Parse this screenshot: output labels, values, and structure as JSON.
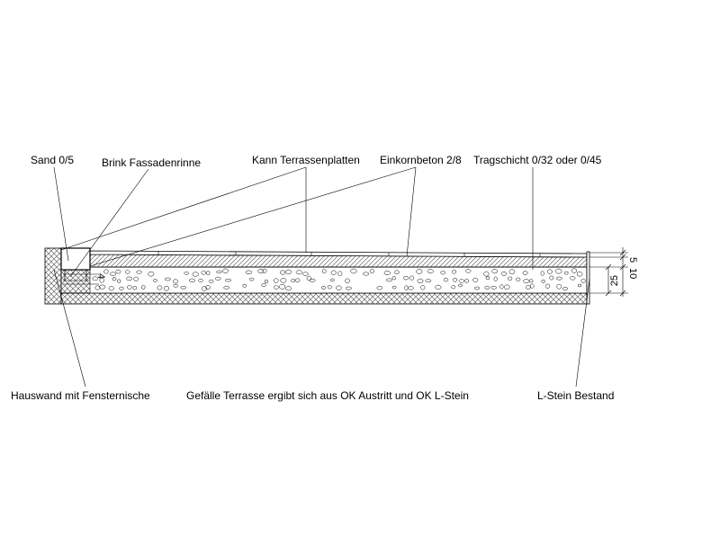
{
  "labels": {
    "sand": "Sand 0/5",
    "rinne": "Brink Fassadenrinne",
    "platten": "Kann Terrassenplatten",
    "einkorn": "Einkornbeton 2/8",
    "trag": "Tragschicht 0/32 oder 0/45",
    "hauswand": "Hauswand mit Fensternische",
    "gefaelle": "Gefälle Terrasse ergibt sich aus OK Austritt und OK L-Stein",
    "lstein": "L-Stein Bestand"
  },
  "dimensions": {
    "small_4": "4",
    "d5": "5",
    "d10": "10",
    "d25": "25"
  },
  "colors": {
    "line": "#000000",
    "hatch": "#6a6a6a",
    "background": "#ffffff"
  }
}
